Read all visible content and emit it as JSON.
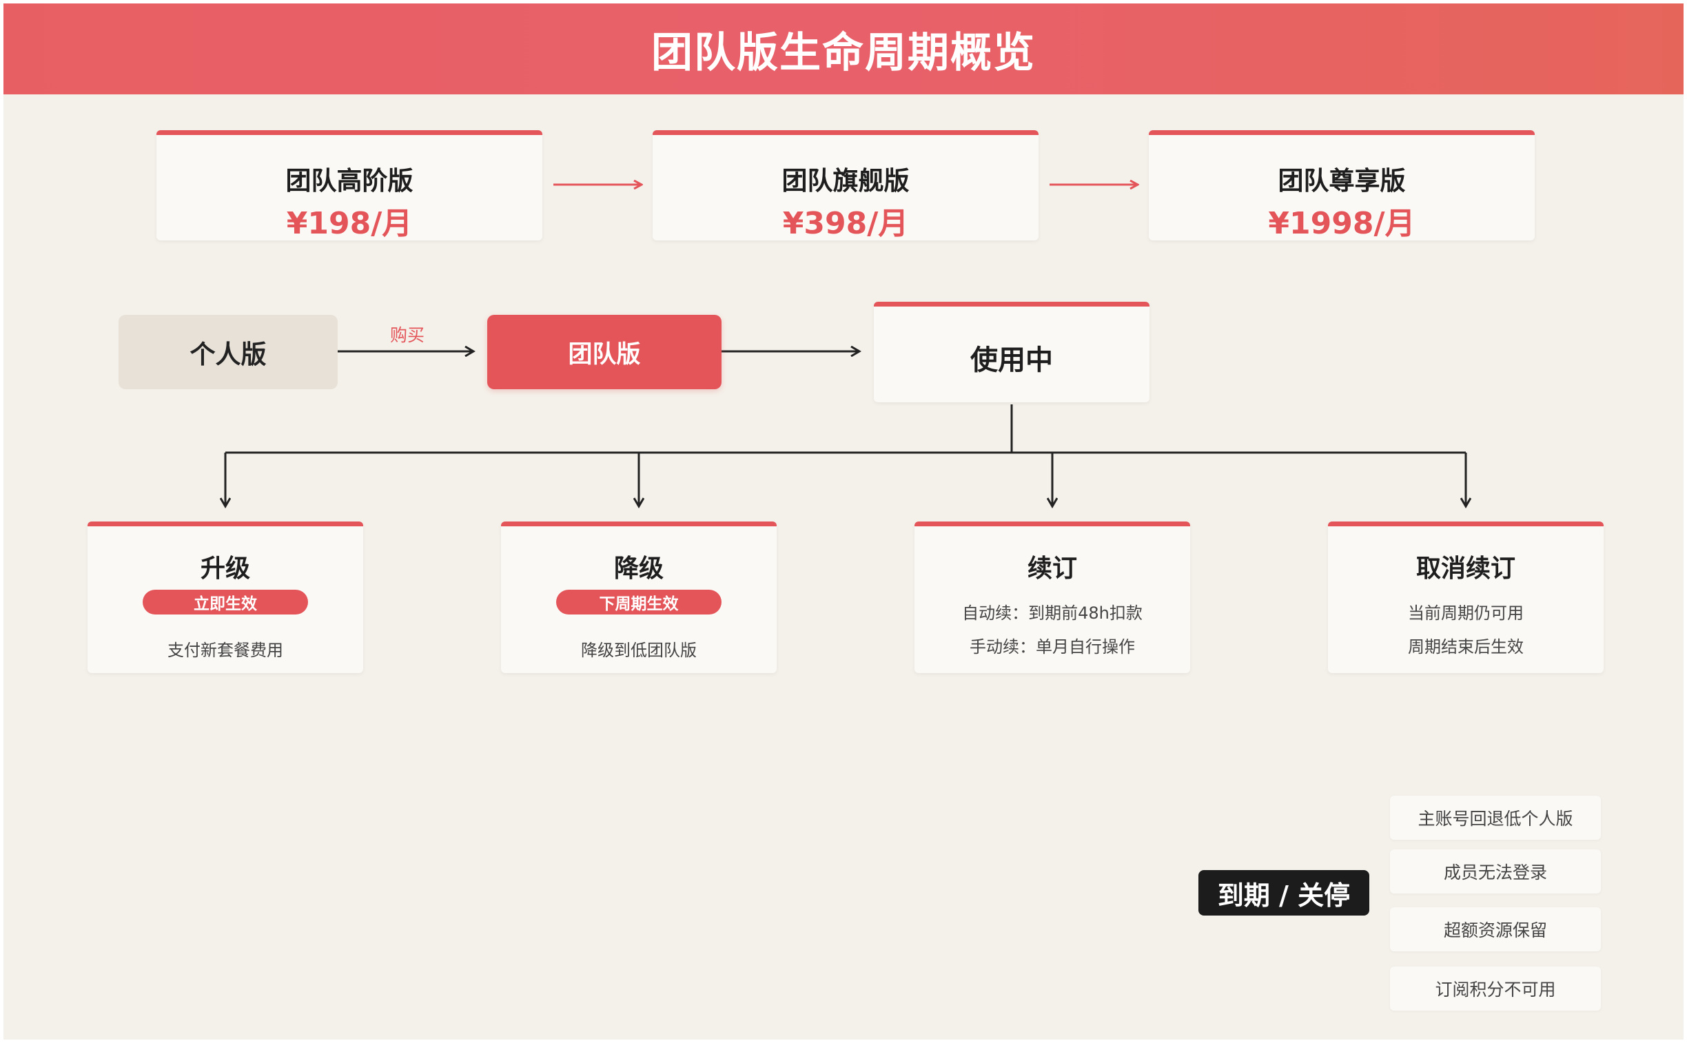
{
  "header": {
    "title": "团队版生命周期概览"
  },
  "tiers": [
    {
      "name": "团队高阶版",
      "price": "¥198/月"
    },
    {
      "name": "团队旗舰版",
      "price": "¥398/月"
    },
    {
      "name": "团队尊享版",
      "price": "¥1998/月"
    }
  ],
  "flow": {
    "personal": "个人版",
    "buy_label": "购买",
    "team": "团队版",
    "in_use": "使用中"
  },
  "operations": [
    {
      "name": "升级",
      "badge": "立即生效",
      "lines": [
        "支付新套餐费用"
      ]
    },
    {
      "name": "降级",
      "badge": "下周期生效",
      "lines": [
        "降级到低团队版"
      ]
    },
    {
      "name": "续订",
      "lines": [
        "自动续：到期前48h扣款",
        "手动续：单月自行操作"
      ]
    },
    {
      "name": "取消续订",
      "lines": [
        "当前周期仍可用",
        "周期结束后生效"
      ]
    }
  ],
  "expiry": {
    "label": "到期 / 关停",
    "results": [
      "主账号回退低个人版",
      "成员无法登录",
      "超额资源保留",
      "订阅积分不可用"
    ]
  },
  "colors": {
    "accent": "#e4555a",
    "background": "#f4f1ea",
    "dark": "#1c1c1c"
  }
}
